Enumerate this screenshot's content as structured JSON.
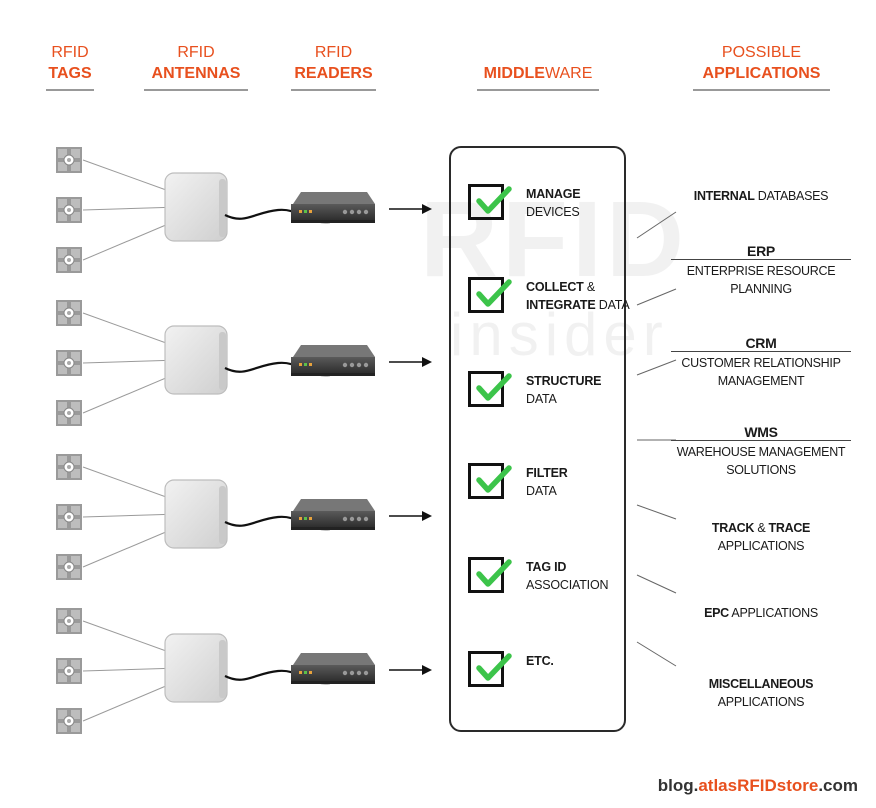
{
  "columns": {
    "tags": {
      "line1": "RFID",
      "line2": "TAGS"
    },
    "antennas": {
      "line1": "RFID",
      "line2": "ANTENNAS"
    },
    "readers": {
      "line1": "RFID",
      "line2": "READERS"
    },
    "middleware": {
      "strong": "MIDDLE",
      "light": "WARE"
    },
    "applications": {
      "line1": "POSSIBLE",
      "line2": "APPLICATIONS"
    }
  },
  "watermark": {
    "line1": "RFID",
    "line2": "insider"
  },
  "middleware_items": [
    {
      "bold": "MANAGE",
      "rest": "",
      "line2": "DEVICES",
      "line2_bold": ""
    },
    {
      "bold": "COLLECT",
      "rest": " &",
      "line2_bold": "INTEGRATE",
      "line2": " DATA"
    },
    {
      "bold": "STRUCTURE",
      "rest": "",
      "line2": "DATA",
      "line2_bold": ""
    },
    {
      "bold": "FILTER",
      "rest": "",
      "line2": "DATA",
      "line2_bold": ""
    },
    {
      "bold": "TAG ID",
      "rest": "",
      "line2": "ASSOCIATION",
      "line2_bold": ""
    },
    {
      "bold": "ETC.",
      "rest": "",
      "line2": "",
      "line2_bold": ""
    }
  ],
  "applications": [
    {
      "bold": "INTERNAL",
      "rest": " DATABASES"
    },
    {
      "abbr": "ERP",
      "full": "ENTERPRISE RESOURCE",
      "full2": "PLANNING"
    },
    {
      "abbr": "CRM",
      "full": "CUSTOMER RELATIONSHIP",
      "full2": "MANAGEMENT"
    },
    {
      "abbr": "WMS",
      "full": "WAREHOUSE MANAGEMENT",
      "full2": "SOLUTIONS"
    },
    {
      "bold": "TRACK",
      "rest": " & ",
      "bold2": "TRACE",
      "line2": "APPLICATIONS"
    },
    {
      "bold": "EPC",
      "rest": " APPLICATIONS"
    },
    {
      "bold": "MISCELLANEOUS",
      "line2": "APPLICATIONS"
    }
  ],
  "footer": {
    "pre": "blog.",
    "accent": "atlasRFIDstore",
    "post": ".com"
  },
  "colors": {
    "accent": "#e8501e",
    "check": "#3cc44a",
    "reader": "#3d3d3d",
    "antenna": "#e4e4e4"
  }
}
